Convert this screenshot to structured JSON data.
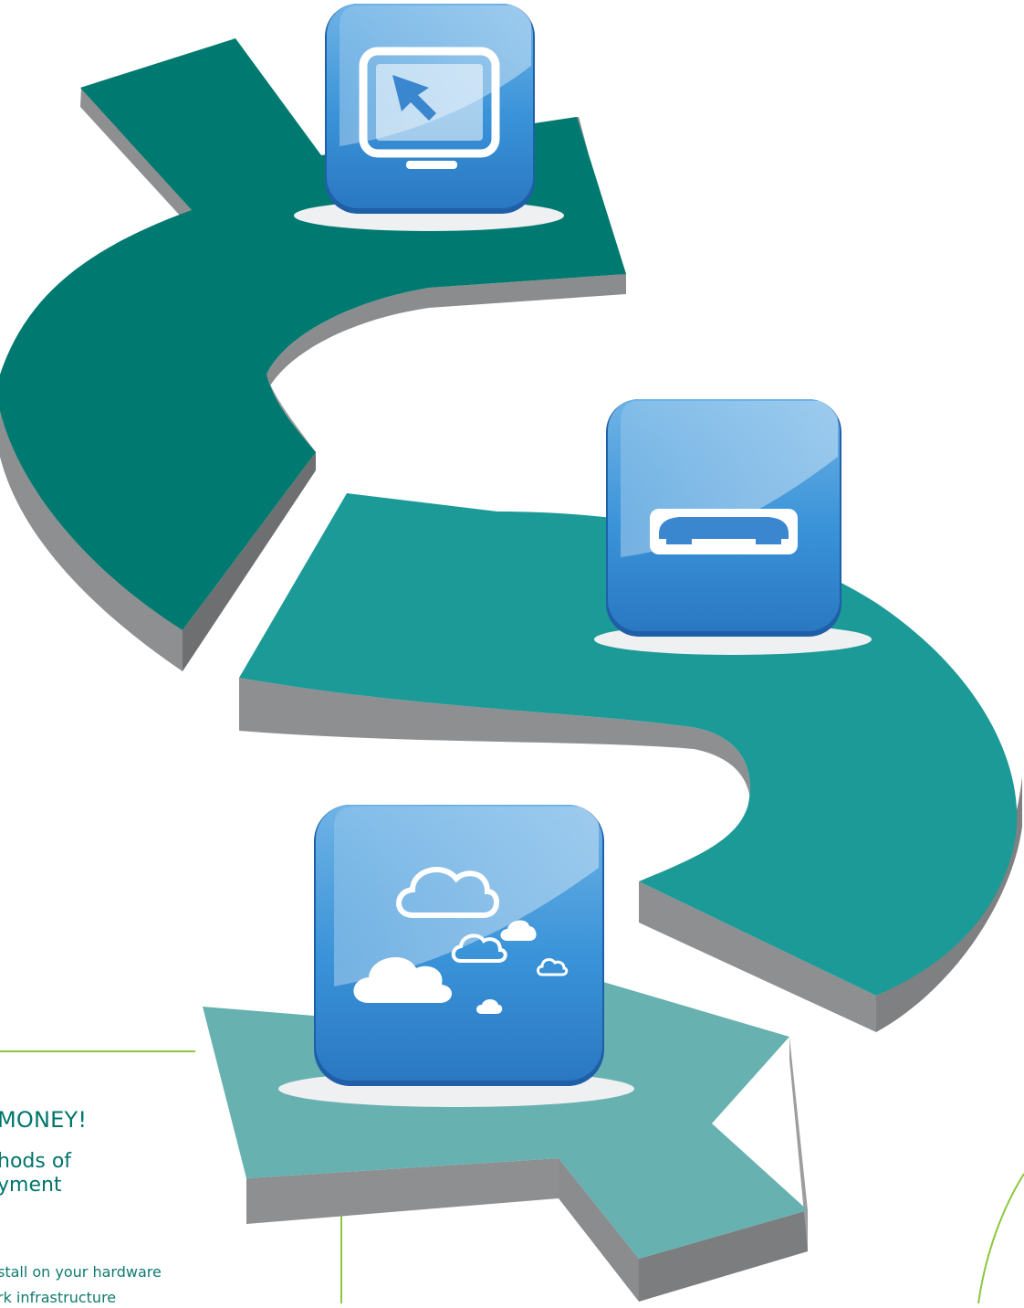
{
  "headline": "MONEY!",
  "subheading": {
    "line1": "hods of",
    "line2": "yment"
  },
  "body": {
    "line1": "stall on your hardware",
    "line2": "rk infrastructure"
  },
  "icons": [
    {
      "name": "monitor-cursor-icon"
    },
    {
      "name": "phone-handset-icon"
    },
    {
      "name": "clouds-icon"
    }
  ],
  "colors": {
    "dark_teal": "#007a70",
    "mid_teal": "#1c9a97",
    "light_teal": "#67b1b0",
    "side_gray": "#8e8f91",
    "tile_blue": "#3a86cf",
    "text_teal": "#00756a",
    "line_green": "#8cc63f"
  }
}
